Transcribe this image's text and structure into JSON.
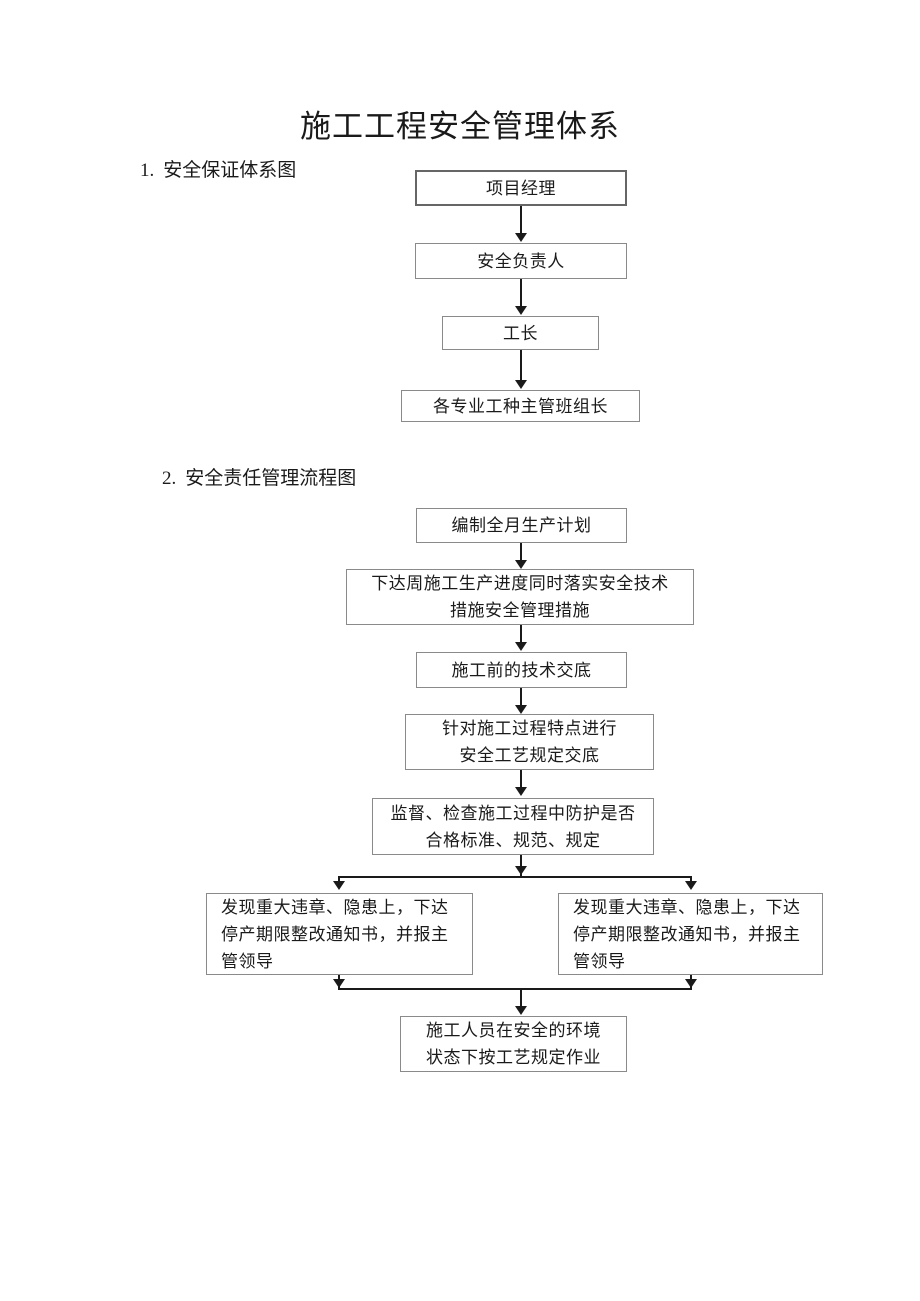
{
  "document": {
    "title": "施工工程安全管理体系"
  },
  "sections": [
    {
      "number": "1.",
      "heading": "安全保证体系图",
      "diagram": {
        "type": "flowchart",
        "orientation": "top-to-bottom",
        "nodes": [
          {
            "id": "n1",
            "label": "项目经理"
          },
          {
            "id": "n2",
            "label": "安全负责人"
          },
          {
            "id": "n3",
            "label": "工长"
          },
          {
            "id": "n4",
            "label": "各专业工种主管班组长"
          }
        ],
        "edges": [
          {
            "from": "n1",
            "to": "n2",
            "style": "arrow-down"
          },
          {
            "from": "n2",
            "to": "n3",
            "style": "arrow-down"
          },
          {
            "from": "n3",
            "to": "n4",
            "style": "arrow-down"
          }
        ]
      }
    },
    {
      "number": "2.",
      "heading": "安全责任管理流程图",
      "diagram": {
        "type": "flowchart",
        "orientation": "top-to-bottom",
        "nodes": [
          {
            "id": "m1",
            "label": "编制全月生产计划"
          },
          {
            "id": "m2",
            "line1": "下达周施工生产进度同时落实安全技术",
            "line2": "措施安全管理措施"
          },
          {
            "id": "m3",
            "label": "施工前的技术交底"
          },
          {
            "id": "m4",
            "line1": "针对施工过程特点进行",
            "line2": "安全工艺规定交底"
          },
          {
            "id": "m5",
            "line1": "监督、检查施工过程中防护是否",
            "line2": "合格标准、规范、规定"
          },
          {
            "id": "m6left",
            "line1": "发现重大违章、隐患上，下达",
            "line2": "停产期限整改通知书，并报主",
            "line3": "管领导"
          },
          {
            "id": "m6right",
            "line1": "发现重大违章、隐患上，下达",
            "line2": "停产期限整改通知书，并报主",
            "line3": "管领导"
          },
          {
            "id": "m7",
            "line1": "施工人员在安全的环境",
            "line2": "状态下按工艺规定作业"
          }
        ],
        "edges": [
          {
            "from": "m1",
            "to": "m2",
            "style": "arrow-down"
          },
          {
            "from": "m2",
            "to": "m3",
            "style": "arrow-down"
          },
          {
            "from": "m3",
            "to": "m4",
            "style": "arrow-down"
          },
          {
            "from": "m4",
            "to": "m5",
            "style": "arrow-down"
          },
          {
            "from": "m5",
            "to": "m6left",
            "style": "split-arrow-down"
          },
          {
            "from": "m5",
            "to": "m6right",
            "style": "split-arrow-down"
          },
          {
            "from": "m6left",
            "to": "m7",
            "style": "merge-arrow-down"
          },
          {
            "from": "m6right",
            "to": "m7",
            "style": "merge-arrow-down"
          }
        ]
      }
    }
  ],
  "colors": {
    "page_background": "#ffffff",
    "text": "#1a1a1a",
    "box_border": "#8a8a8a",
    "box_border_strong": "#666666",
    "connector": "#1a1a1a"
  }
}
